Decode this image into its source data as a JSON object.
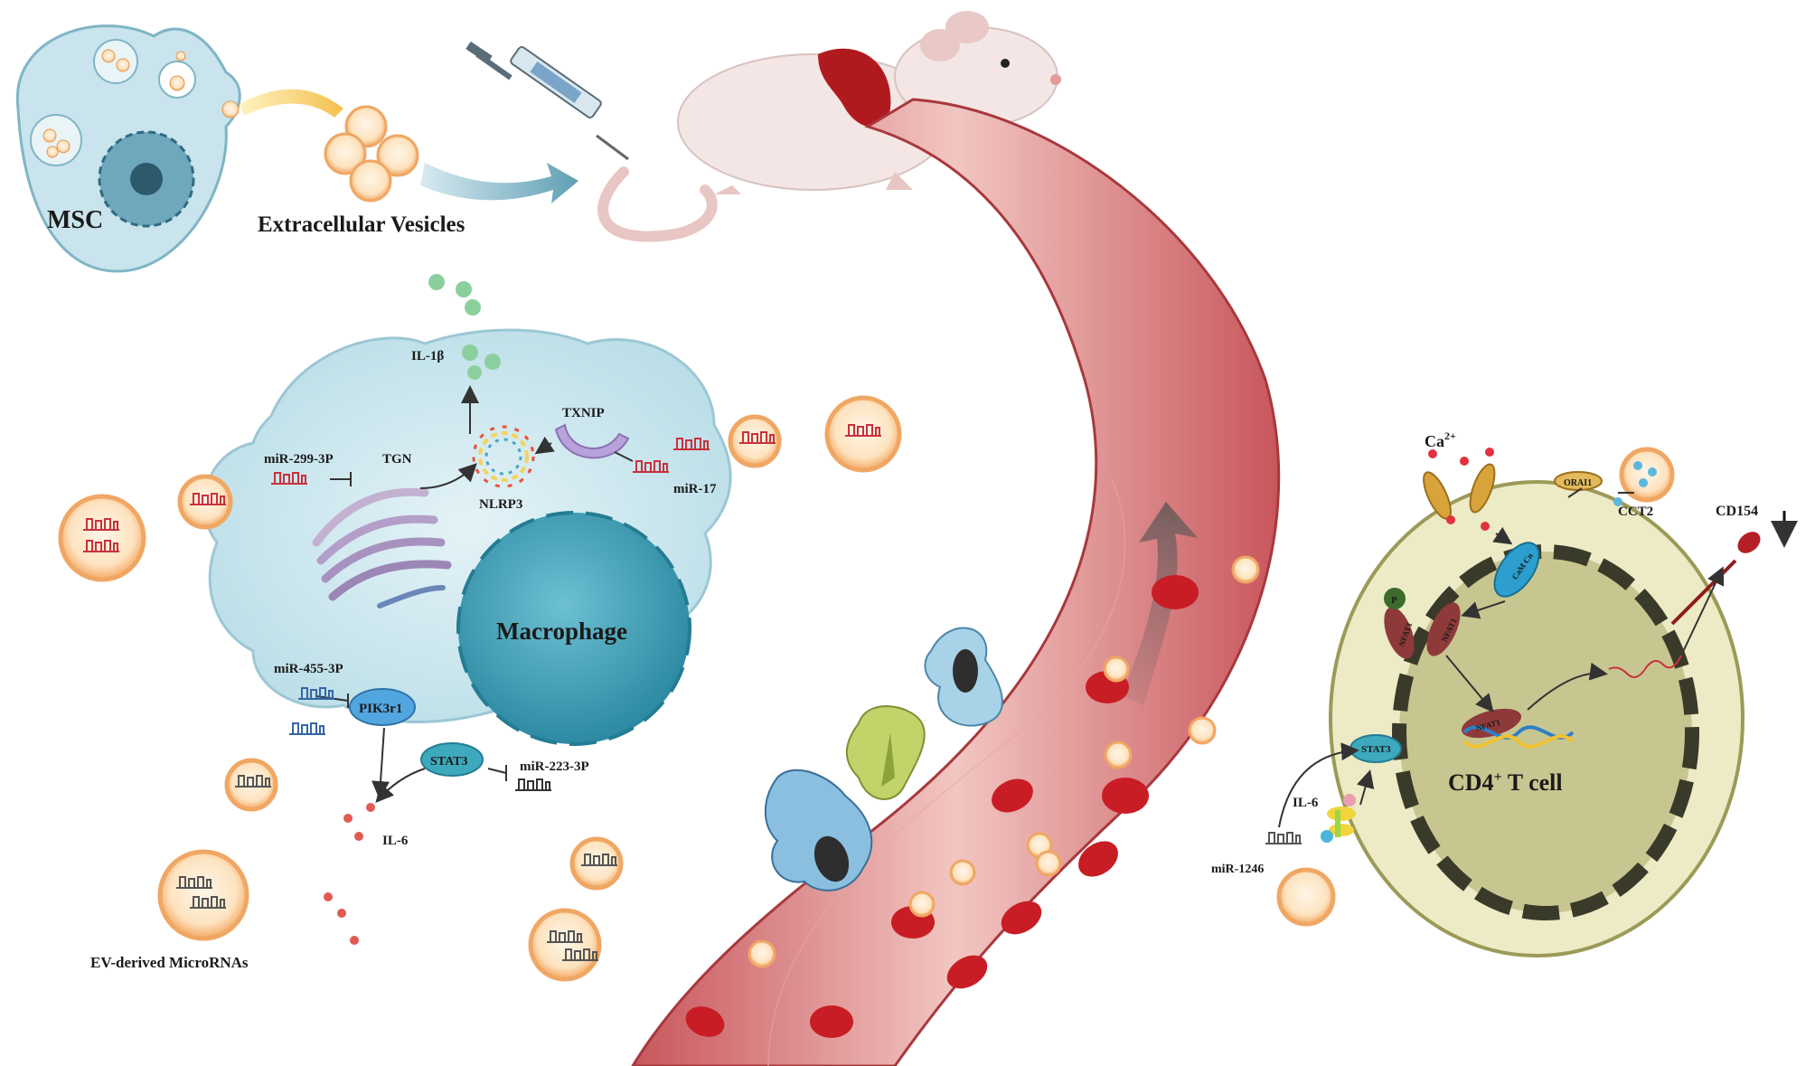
{
  "labels": {
    "msc": "MSC",
    "extracellular_vesicles": "Extracellular Vesicles",
    "macrophage": "Macrophage",
    "il1b": "IL-1β",
    "txnip": "TXNIP",
    "mir_299": "miR-299-3P",
    "tgn": "TGN",
    "nlrp3": "NLRP3",
    "mir_17": "miR-17",
    "mir_455": "miR-455-3P",
    "pik3r1": "PIK3r1",
    "stat3": "STAT3",
    "mir_223": "miR-223-3P",
    "il6": "IL-6",
    "ev_micrornas": "EV-derived MicroRNAs",
    "ca2": "Ca",
    "ca2_sup": "2+",
    "orai1": "ORAI1",
    "cct2": "CCT2",
    "cd154": "CD154",
    "cam_cn": "CaM Cn",
    "p": "P",
    "nfat1": "NFAT1",
    "stat3_t": "STAT3",
    "il6_t": "IL-6",
    "mir_1246": "miR-1246",
    "cd4_main": "CD4",
    "cd4_sup": "+",
    "cd4_rest": " T cell"
  },
  "colors": {
    "macrophage_cell": "#cfe8ef",
    "macrophage_nucleus": "#3d9fb5",
    "vessel_wall": "#d9767a",
    "vessel_lumen": "#f3c3c0",
    "rbc": "#c81d25",
    "vesicle_outer": "#f4b47a",
    "vesicle_inner": "#fde8c8",
    "tcell": "#ecebc6",
    "tcell_nucleus": "#c8c690",
    "mouse": "#f3e6e4",
    "mouse_organ": "#b01a1f"
  }
}
